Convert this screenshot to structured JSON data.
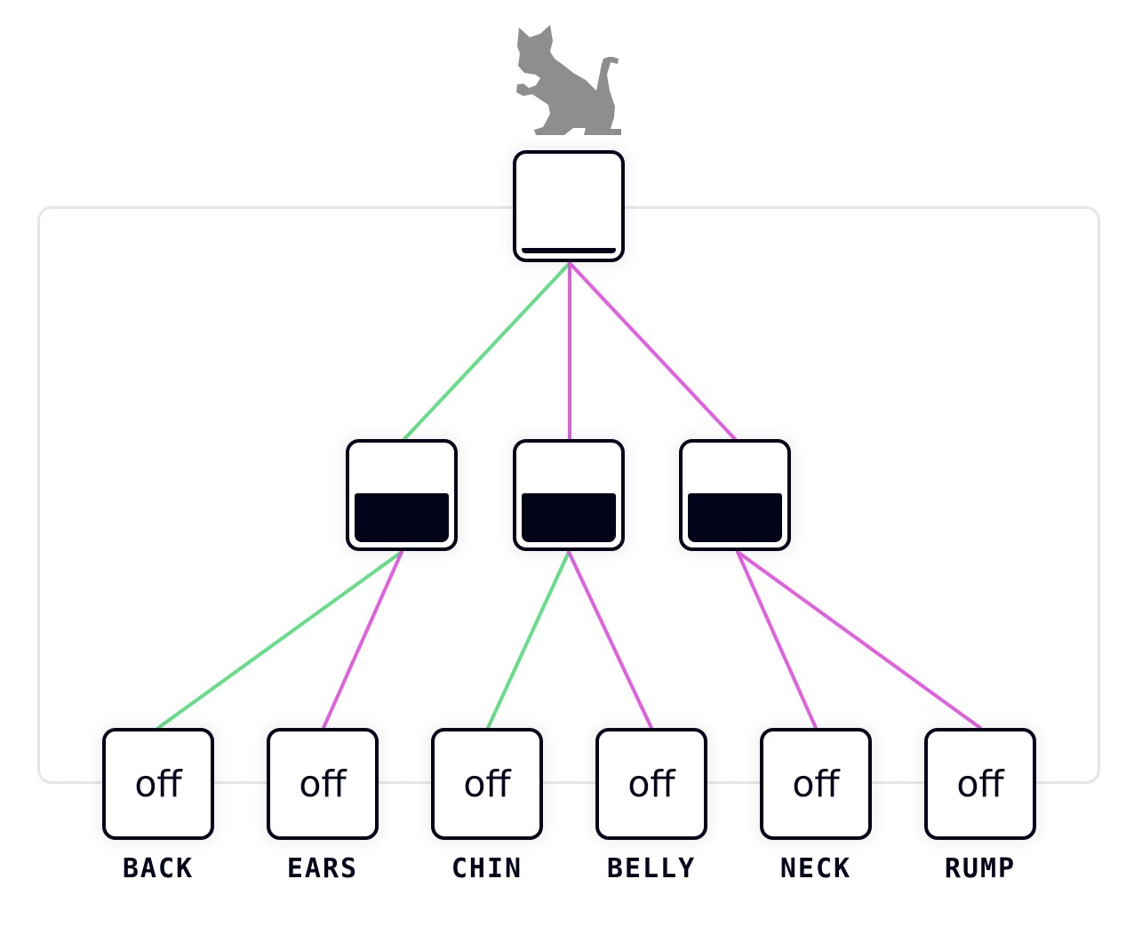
{
  "colors": {
    "green_wire": "#66dd88",
    "magenta_wire": "#e060e0",
    "node_border": "#05061a",
    "fill": "#020318",
    "frame": "#e6e6e8",
    "cat": "#8e8e8e"
  },
  "icon": "cat-icon",
  "root": {
    "fill_fraction": 0.06
  },
  "middle": [
    {
      "id": "m1",
      "fill_fraction": 0.52
    },
    {
      "id": "m2",
      "fill_fraction": 0.52
    },
    {
      "id": "m3",
      "fill_fraction": 0.52
    }
  ],
  "leaves": [
    {
      "label": "BACK",
      "value": "off"
    },
    {
      "label": "EARS",
      "value": "off"
    },
    {
      "label": "CHIN",
      "value": "off"
    },
    {
      "label": "BELLY",
      "value": "off"
    },
    {
      "label": "NECK",
      "value": "off"
    },
    {
      "label": "RUMP",
      "value": "off"
    }
  ],
  "edges": [
    {
      "from": "root",
      "to": "m1",
      "color": "green"
    },
    {
      "from": "root",
      "to": "m2",
      "color": "magenta"
    },
    {
      "from": "root",
      "to": "m3",
      "color": "magenta"
    },
    {
      "from": "m1",
      "to": "leaf0",
      "color": "green"
    },
    {
      "from": "m1",
      "to": "leaf1",
      "color": "magenta"
    },
    {
      "from": "m2",
      "to": "leaf2",
      "color": "green"
    },
    {
      "from": "m2",
      "to": "leaf3",
      "color": "magenta"
    },
    {
      "from": "m3",
      "to": "leaf4",
      "color": "magenta"
    },
    {
      "from": "m3",
      "to": "leaf5",
      "color": "magenta"
    }
  ]
}
